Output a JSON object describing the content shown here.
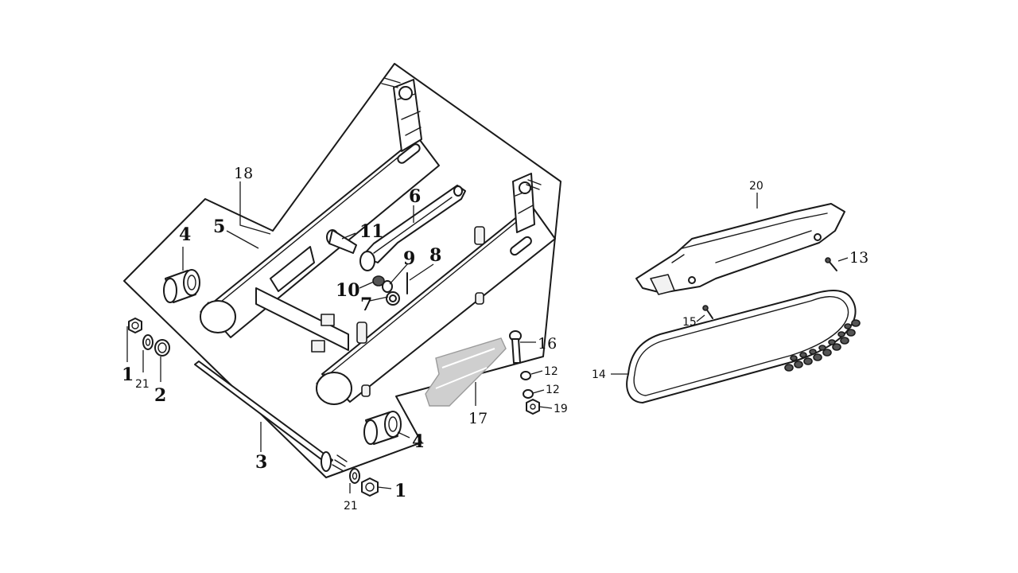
{
  "callouts": {
    "c1_left": "1",
    "c21_left": "21",
    "c2": "2",
    "c3": "3",
    "c4_left": "4",
    "c4_right": "4",
    "c5": "5",
    "c6": "6",
    "c7": "7",
    "c8": "8",
    "c9": "9",
    "c10": "10",
    "c11": "11",
    "c18": "18",
    "c16": "16",
    "c12_top": "12",
    "c12_bottom": "12",
    "c19": "19",
    "c17": "17",
    "c21_right": "21",
    "c1_right": "1",
    "c20": "20",
    "c13": "13",
    "c15": "15",
    "c14": "14"
  },
  "colors": {
    "line": "#1a1a1a",
    "background": "#ffffff",
    "slider_fill": "#cfcfcf"
  }
}
